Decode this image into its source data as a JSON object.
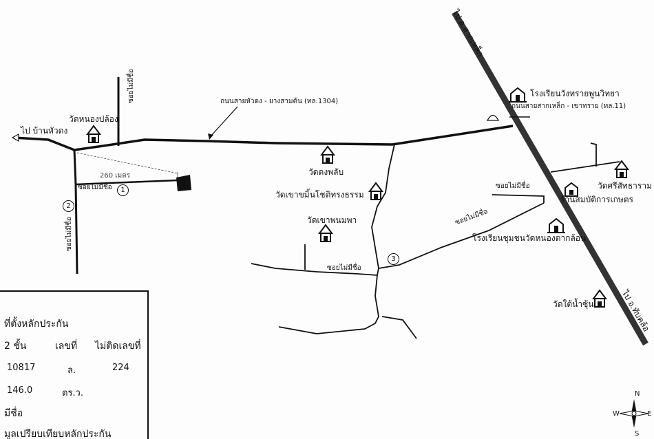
{
  "roads": {
    "main_road": "ถนนสายหัวดง - ยางสามต้น (ทล.1304)",
    "highway": "ถนนสายสากเหล็ก - เขาทราย (ทล.11)",
    "to_left": "ไป บ้านหัวดง",
    "to_top": "ไป อ.สากเหล็ก",
    "to_bottom": "ไป อ.ทับคล้อ",
    "soi_1": "ซอยไม่มีชื่อ",
    "soi_2": "ซอยไม่มีชื่อ",
    "soi_top": "ซอยไม่มีชื่อ",
    "soi_center": "ซอยไม่มีชื่อ",
    "soi_right": "ซอยไม่มีชื่อ",
    "soi_right2": "ซอยไม่มีชื่อ"
  },
  "distance": "260 เมตร",
  "markers": {
    "m1": "1",
    "m2": "2",
    "m3": "3"
  },
  "places": {
    "wat_nong_plong": "วัดหนองปล้อง",
    "wat_dong_phlap": "วัดดงพลับ",
    "wat_khao_mon": "วัดเขาขมิ้นโชติทรงธรรม",
    "wat_khao_phanom": "วัดเขาพนมพา",
    "school_wang_sai": "โรงเรียนวังทรายพูนวิทยา",
    "wat_sri": "วัดศรีสัทธาราม",
    "shop_coop": "ร้านสมบัติการเกษตร",
    "school_chumchon": "โรงเรียนชุมชนวัดหนองตากล้อน",
    "wat_tai": "วัดใต้น้ำซุ้น"
  },
  "panel": {
    "title": "ที่ตั้งหลักประกัน",
    "floors": "2 ชั้น",
    "col_no": "เลขที่",
    "col_none": "ไม่ติดเลขที่",
    "deed_no": "10817",
    "deed_unit": "ล.",
    "deed_val": "224",
    "area": "146.0",
    "area_unit": "ตร.ว.",
    "name_row": "มีชื่อ",
    "compare": "มูลเปรียบเทียบหลักประกัน"
  },
  "compass": {
    "n": "N",
    "s": "S",
    "e": "E",
    "w": "W"
  }
}
